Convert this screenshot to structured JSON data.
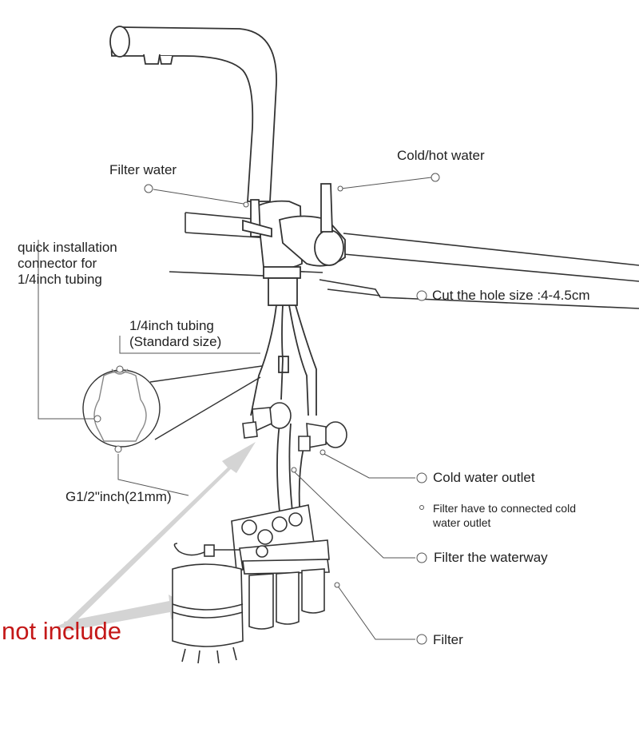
{
  "labels": {
    "filter_water": "Filter water",
    "cold_hot_water": "Cold/hot water",
    "quick_install": [
      "quick installation",
      "connector for",
      "1/4inch tubing"
    ],
    "tubing": [
      "1/4inch tubing",
      "(Standard size)"
    ],
    "hole_size": "Cut the hole size :4-4.5cm",
    "thread": "G1/2\"inch(21mm)",
    "cold_outlet": "Cold water outlet",
    "filter_note": [
      "Filter have to connected cold",
      "water outlet"
    ],
    "waterway": "Filter the waterway",
    "filter": "Filter",
    "not_include": "not include"
  },
  "colors": {
    "line": "#333333",
    "callout": "#666666",
    "arrow": "#d4d4d4",
    "accent": "#c41818"
  }
}
